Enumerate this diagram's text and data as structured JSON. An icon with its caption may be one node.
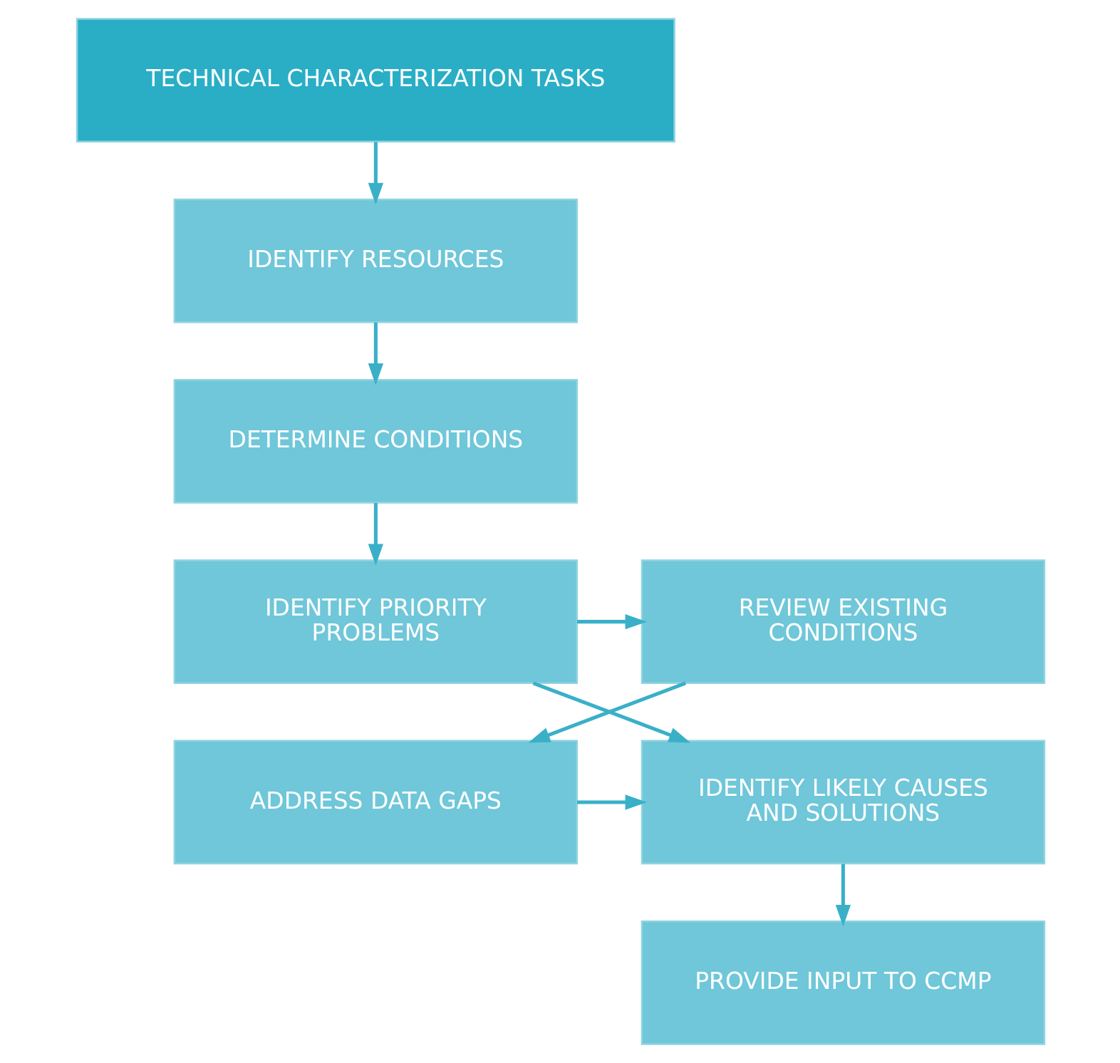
{
  "diagram": {
    "nodes": [
      {
        "text": [
          "TECHNICAL CHARACTERIZATION TASKS"
        ]
      },
      {
        "text": [
          "IDENTIFY RESOURCES"
        ]
      },
      {
        "text": [
          "DETERMINE CONDITIONS"
        ]
      },
      {
        "text": [
          "REVIEW EXISTING CONDITIONS"
        ]
      },
      {
        "text": [
          "IDENTIFY PRIORITY PROBLEMS"
        ]
      },
      {
        "text": [
          "ADDRESS DATA GAPS"
        ]
      },
      {
        "text": [
          "IDENTIFY LIKELY CAUSES AND SOLUTIONS"
        ]
      },
      {
        "text": [
          "PROVIDE INPUT TO CCMP"
        ]
      }
    ],
    "edges": [
      {
        "from": 0,
        "to": 1,
        "arrow": "to"
      },
      {
        "from": 1,
        "to": 2,
        "arrow": "to"
      },
      {
        "from": 2,
        "to": 4,
        "arrow": "to"
      },
      {
        "from": 4,
        "to": 3,
        "arrow": "to"
      },
      {
        "from": 4,
        "to": 6,
        "arrow": "to"
      },
      {
        "from": 3,
        "to": 5,
        "arrow": "to"
      },
      {
        "from": 5,
        "to": 6,
        "arrow": "to"
      },
      {
        "from": 6,
        "to": 7,
        "arrow": "to"
      }
    ]
  }
}
